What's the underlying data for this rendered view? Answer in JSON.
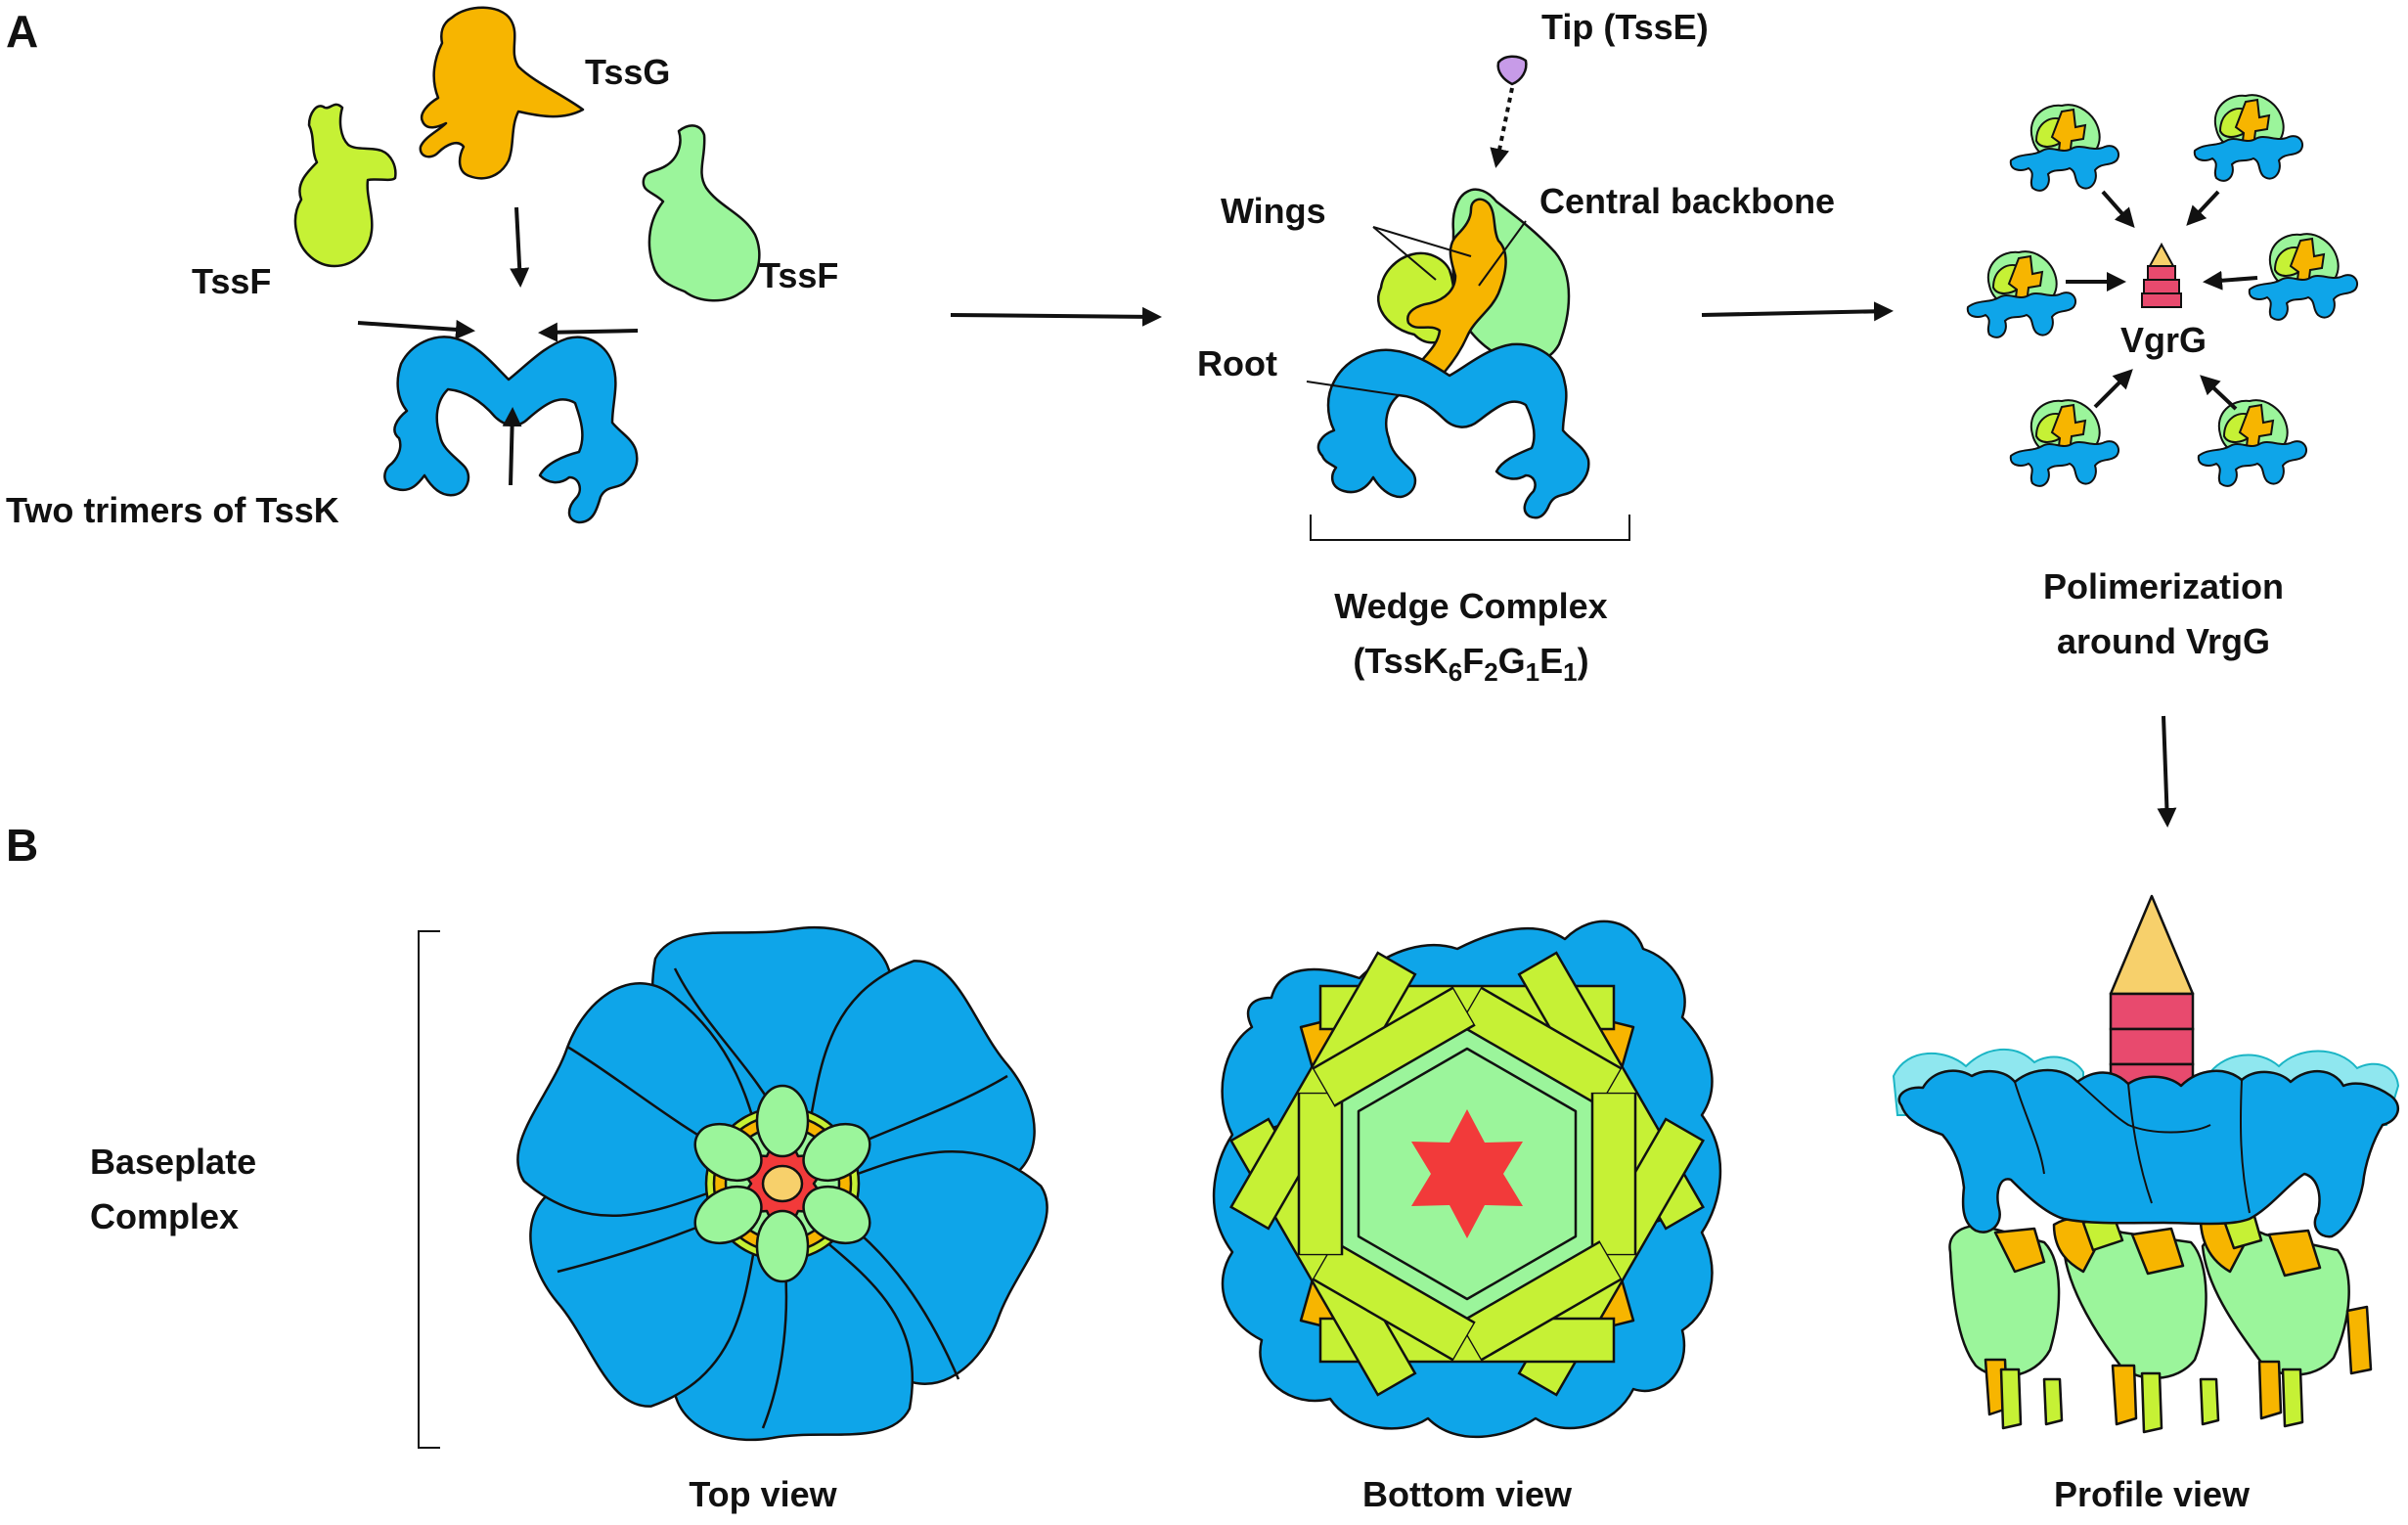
{
  "panels": {
    "a": "A",
    "b": "B"
  },
  "labels": {
    "tssg": "TssG",
    "tssf_left": "TssF",
    "tssf_right": "TssF",
    "tssk": "Two trimers of TssK",
    "tip": "Tip (TssE)",
    "wings": "Wings",
    "central_backbone": "Central backbone",
    "root": "Root",
    "wedge_line1": "Wedge Complex",
    "wedge_formula": {
      "open": "(TssK",
      "s1": "6",
      "f": "F",
      "s2": "2",
      "g": "G",
      "s3": "1",
      "e": "E",
      "s4": "1",
      "close": ")"
    },
    "vrgg": "VgrG",
    "polimerization_line1": "Polimerization",
    "polimerization_line2": "around VrgG",
    "baseplate_line1": "Baseplate",
    "baseplate_line2": "Complex",
    "top_view": "Top view",
    "bottom_view": "Bottom view",
    "profile_view": "Profile view"
  },
  "colors": {
    "tssk_blue": "#0ea5e9",
    "tssf_yellowgreen": "#c6f135",
    "tssf_lightgreen": "#9bf59b",
    "tssg_orange": "#f7b500",
    "tip_purple": "#c79be8",
    "vgrg_pink": "#e84a6e",
    "vgrg_tip": "#f7d06b",
    "center_red": "#f23a3a",
    "ghost_cyan": "#8fe7ef"
  }
}
